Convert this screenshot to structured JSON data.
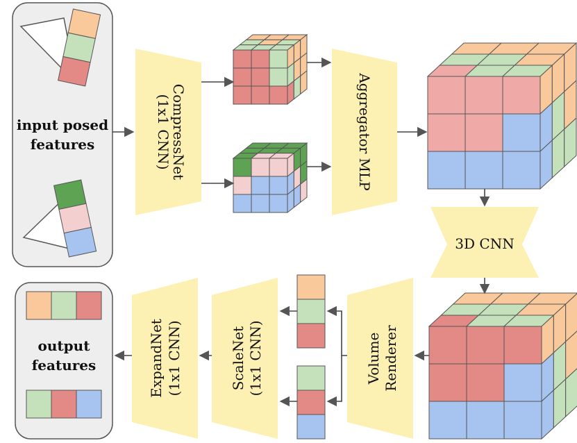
{
  "colors": {
    "orange": "#f9c89b",
    "green_light": "#c5e1bc",
    "green_dark": "#5da353",
    "red": "#e38986",
    "red_light": "#efaaa8",
    "pink": "#f3cfd0",
    "blue": "#a6c4ef",
    "yellow": "#fdf0b3",
    "panel": "#eeeeee",
    "arrow": "#555555"
  },
  "labels": {
    "input_panel_line1": "input posed",
    "input_panel_line2": "features",
    "compressnet_line1": "CompressNet",
    "compressnet_line2": "(1x1 CNN)",
    "aggregator": "Aggregator MLP",
    "cnn3d": "3D CNN",
    "volume_line1": "Volume",
    "volume_line2": "Renderer",
    "scalenet_line1": "ScaleNet",
    "scalenet_line2": "(1x1 CNN)",
    "expandnet_line1": "ExpandNet",
    "expandnet_line2": "(1x1 CNN)",
    "output_panel_line1": "output",
    "output_panel_line2": "features"
  }
}
